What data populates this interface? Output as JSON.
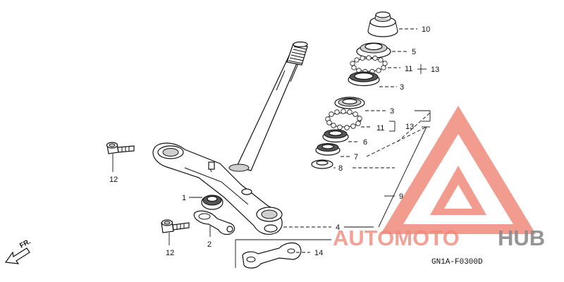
{
  "diagram": {
    "code": "GN1A-F0300D",
    "direction_label": "FR.",
    "callouts": {
      "c1": "1",
      "c2": "2",
      "c3a": "3",
      "c3b": "3",
      "c4": "4",
      "c5": "5",
      "c6": "6",
      "c7": "7",
      "c8": "8",
      "c9": "9",
      "c10": "10",
      "c11a": "11",
      "c11b": "11",
      "c12a": "12",
      "c12b": "12",
      "c13a": "13",
      "c13b": "13",
      "c14": "14"
    }
  },
  "watermark": {
    "brand_part1": "AUTOMOTO",
    "brand_part2": "HUB",
    "color_main": "#f08a7c",
    "color_light": "#f7c7a0",
    "color_dark": "#8a8a8a"
  }
}
